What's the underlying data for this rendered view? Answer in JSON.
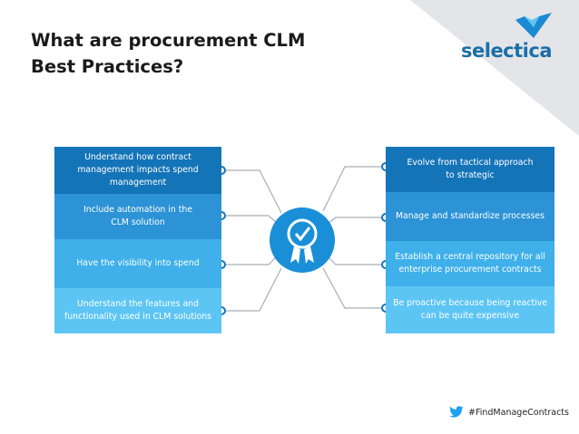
{
  "title": {
    "line1": "What are procurement CLM",
    "line2": "Best Practices?"
  },
  "brand": {
    "name": "selectica",
    "logo_icon": "selectica-bird-icon"
  },
  "center_icon": "award-ribbon-check-icon",
  "left_practices": [
    {
      "lines": [
        "Understand how contract",
        "management impacts spend",
        "management"
      ],
      "color": "#1474b8"
    },
    {
      "lines": [
        "Include automation in the",
        "CLM solution"
      ],
      "color": "#2c93d6"
    },
    {
      "lines": [
        "Have the visibility into spend"
      ],
      "color": "#3fb0ea"
    },
    {
      "lines": [
        "Understand the features and",
        "functionality used in CLM solutions"
      ],
      "color": "#5dc5f4"
    }
  ],
  "right_practices": [
    {
      "lines": [
        "Evolve from tactical approach",
        "to strategic"
      ],
      "color": "#1474b8"
    },
    {
      "lines": [
        "Manage and standardize processes"
      ],
      "color": "#2c93d6"
    },
    {
      "lines": [
        "Establish a central repository for all",
        "enterprise procurement contracts"
      ],
      "color": "#3fb0ea"
    },
    {
      "lines": [
        "Be proactive because being reactive",
        "can be quite expensive"
      ],
      "color": "#5dc5f4"
    }
  ],
  "footer": {
    "hashtag": "#FindManageContracts",
    "icon": "twitter-bird-icon"
  },
  "colors": {
    "dark_blue": "#1474b8",
    "badge_blue": "#1a8fd8",
    "corner_gray": "#e3e5e8",
    "connector_gray": "#a9adb2"
  }
}
